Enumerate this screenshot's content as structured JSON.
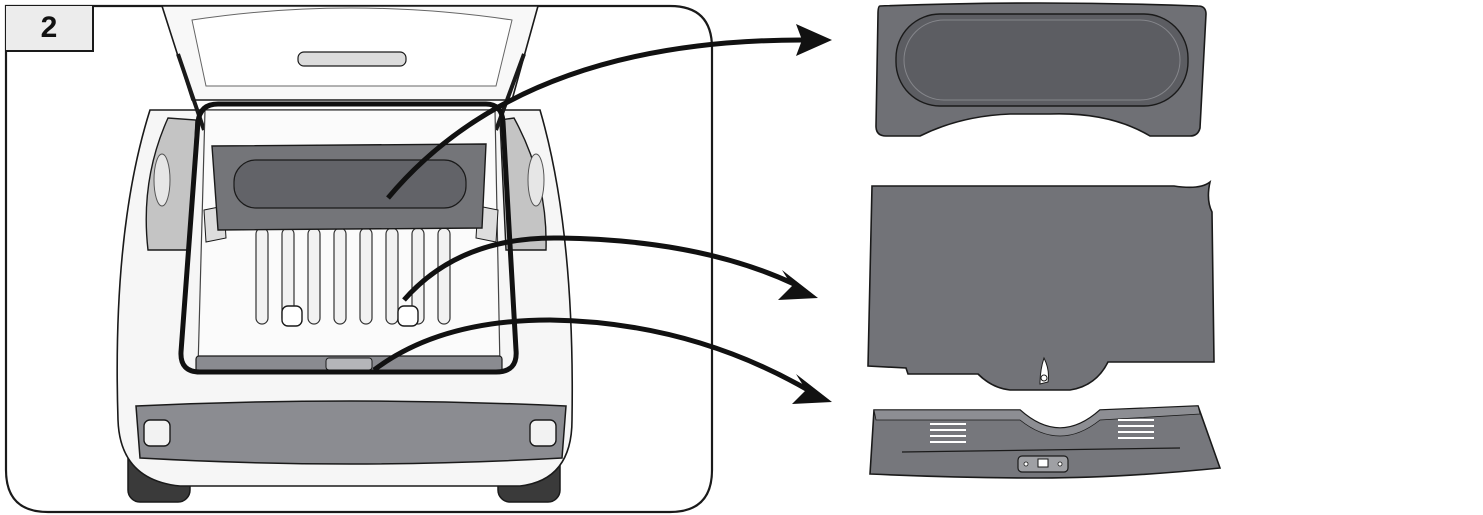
{
  "step": {
    "number": "2"
  },
  "figure": {
    "parts": [
      {
        "icon": "parcel-shelf-panel"
      },
      {
        "icon": "load-floor-panel"
      },
      {
        "icon": "boot-sill-trim"
      }
    ]
  },
  "colors": {
    "panel_fill": "#6f7075",
    "panel_dark": "#55565b",
    "panel_recess": "#5a5b60",
    "outline": "#1a1a1a",
    "car_body": "#f4f4f4",
    "bumper": "#8a8b90",
    "lamp": "#bcbcbc",
    "badge_bg": "#ececec"
  }
}
